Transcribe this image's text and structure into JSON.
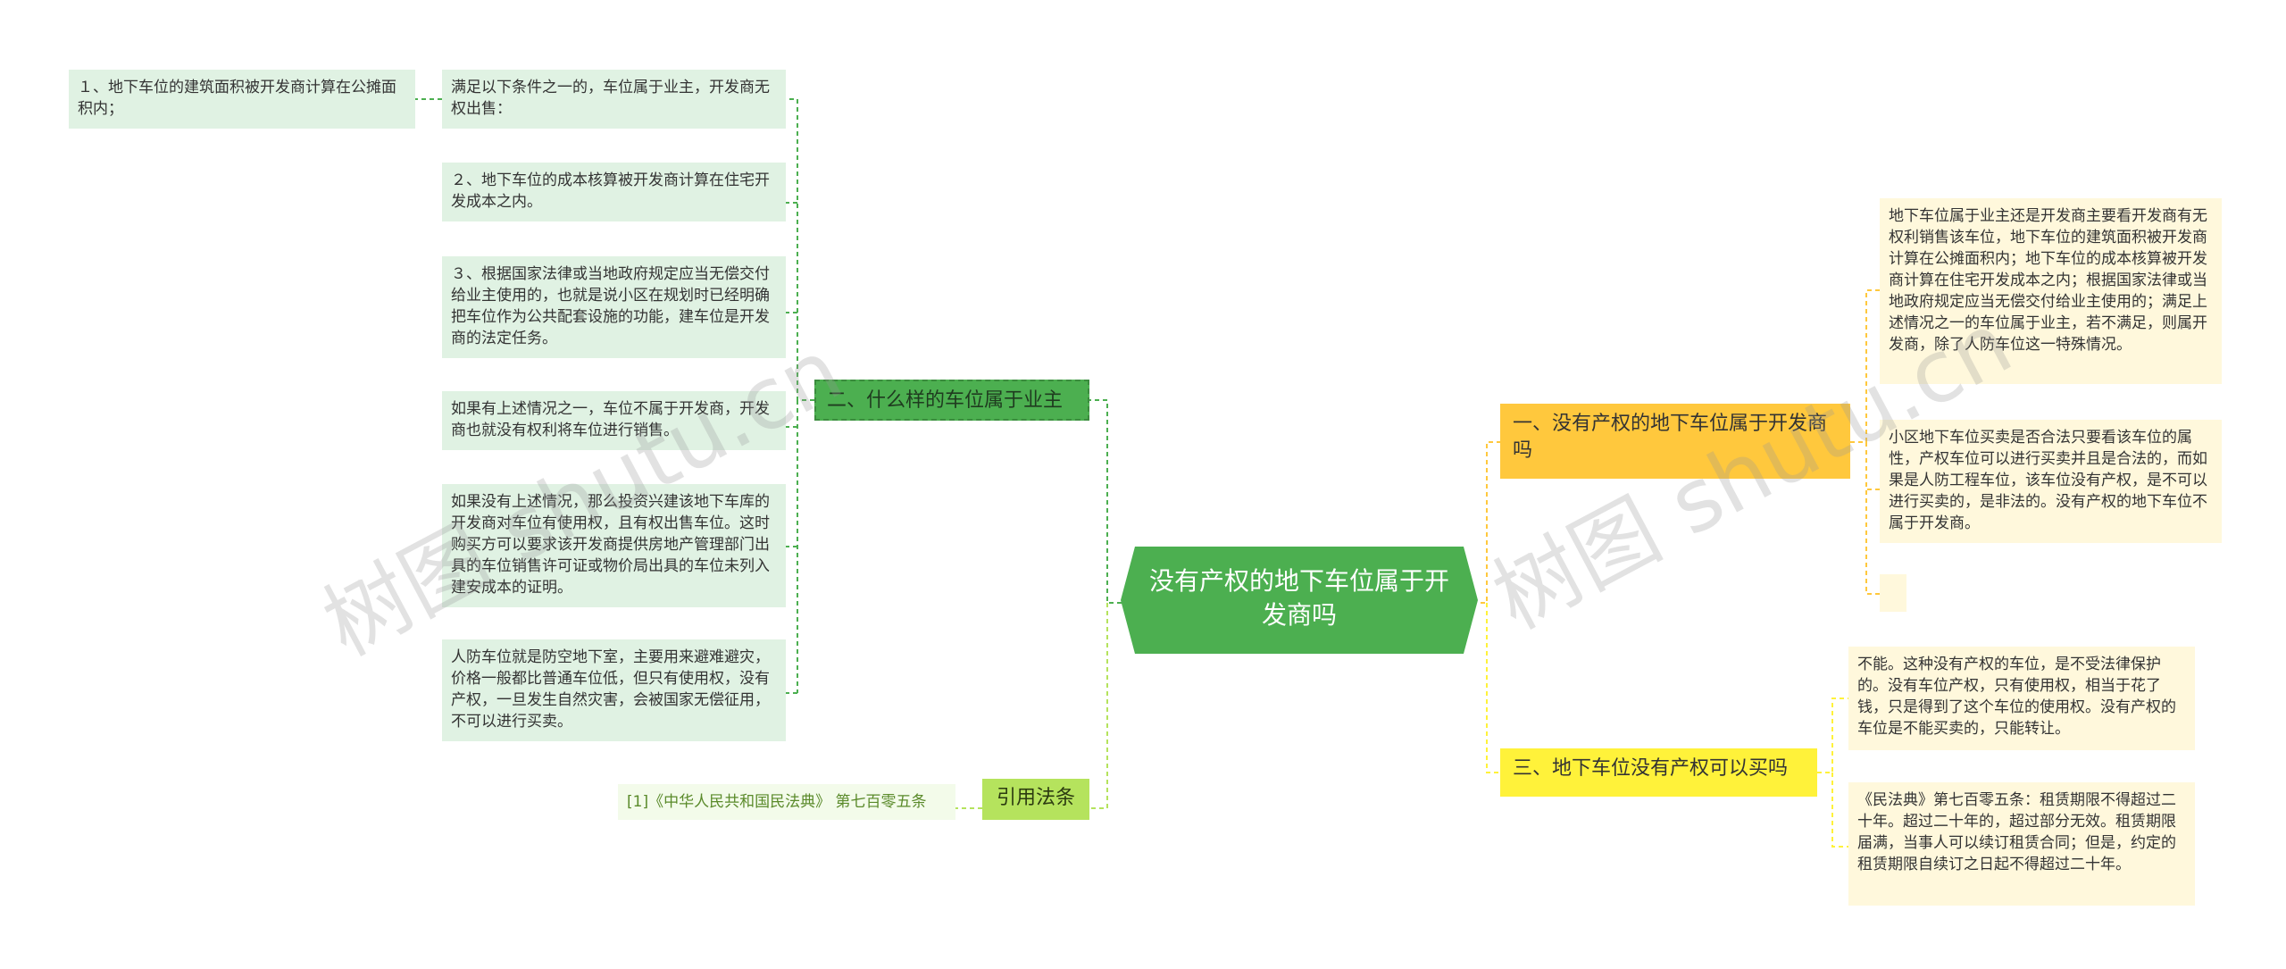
{
  "center": {
    "title": "没有产权的地下车位属于开发商吗"
  },
  "left_branches": {
    "owner_condition": {
      "title": "二、什么样的车位属于业主",
      "children": [
        "满足以下条件之一的，车位属于业主，开发商无权出售：",
        "２、地下车位的成本核算被开发商计算在住宅开发成本之内。",
        "３、根据国家法律或当地政府规定应当无偿交付给业主使用的，也就是说小区在规划时已经明确把车位作为公共配套设施的功能，建车位是开发商的法定任务。",
        "如果有上述情况之一，车位不属于开发商，开发商也就没有权利将车位进行销售。",
        "如果没有上述情况，那么投资兴建该地下车库的开发商对车位有使用权，且有权出售车位。这时购买方可以要求该开发商提供房地产管理部门出具的车位销售许可证或物价局出具的车位未列入建安成本的证明。",
        "人防车位就是防空地下室，主要用来避难避灾，价格一般都比普通车位低，但只有使用权，没有产权，一旦发生自然灾害，会被国家无偿征用，不可以进行买卖。"
      ],
      "sub_child": "１、地下车位的建筑面积被开发商计算在公摊面积内；"
    },
    "law_ref": {
      "title": "引用法条",
      "children": [
        "[1]《中华人民共和国民法典》 第七百零五条"
      ]
    }
  },
  "right_branches": {
    "belongs": {
      "title": "一、没有产权的地下车位属于开发商吗",
      "children": [
        "地下车位属于业主还是开发商主要看开发商有无权利销售该车位，地下车位的建筑面积被开发商计算在公摊面积内；地下车位的成本核算被开发商计算在住宅开发成本之内；根据国家法律或当地政府规定应当无偿交付给业主使用的；满足上述情况之一的车位属于业主，若不满足，则属开发商，除了人防车位这一特殊情况。",
        "小区地下车位买卖是否合法只要看该车位的属性，产权车位可以进行买卖并且是合法的，而如果是人防工程车位，该车位没有产权，是不可以进行买卖的，是非法的。没有产权的地下车位不属于开发商。",
        ""
      ]
    },
    "can_buy": {
      "title": "三、地下车位没有产权可以买吗",
      "children": [
        "不能。这种没有产权的车位，是不受法律保护的。没有车位产权，只有使用权，相当于花了钱，只是得到了这个车位的使用权。没有产权的车位是不能买卖的，只能转让。",
        "《民法典》第七百零五条：租赁期限不得超过二十年。超过二十年的，超过部分无效。租赁期限届满，当事人可以续订租赁合同；但是，约定的租赁期限自续订之日起不得超过二十年。"
      ]
    }
  },
  "watermark": {
    "text": "树图 shutu.cn"
  },
  "colors": {
    "center": "#4caf50",
    "green_branch": "#4caf50",
    "light_green_branch": "#b5e35d",
    "orange_branch": "#ffc83d",
    "yellow_branch": "#fff23a",
    "green_leaf": "#e0f2e3",
    "yellow_leaf": "#fff8dc"
  }
}
